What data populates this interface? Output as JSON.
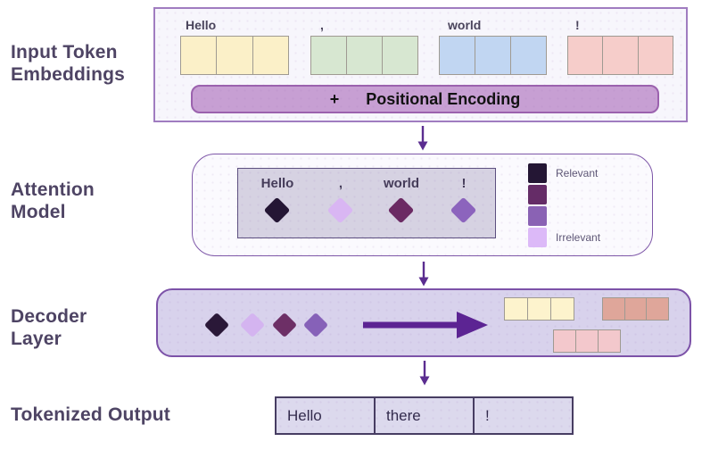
{
  "section_labels": {
    "input": "Input Token Embeddings",
    "attention": "Attention Model",
    "decoder": "Decoder Layer",
    "output": "Tokenized Output"
  },
  "input_panel": {
    "tokens": [
      {
        "label": "Hello",
        "fill": "#fbf0c8"
      },
      {
        "label": ",",
        "fill": "#d7e7d1"
      },
      {
        "label": "world",
        "fill": "#c1d6f2"
      },
      {
        "label": "!",
        "fill": "#f6cdca"
      }
    ],
    "positional_bar": {
      "plus": "+",
      "label": "Positional Encoding",
      "fill": "#c79fd3",
      "border": "#9b62ae"
    }
  },
  "attention_panel": {
    "tokens": [
      {
        "label": "Hello",
        "diamond": "#241634"
      },
      {
        "label": ",",
        "diamond": "#d9b6f3"
      },
      {
        "label": "world",
        "diamond": "#6b2a63"
      },
      {
        "label": "!",
        "diamond": "#8c64bd"
      }
    ],
    "legend": {
      "swatches": [
        "#241634",
        "#652c67",
        "#8a62b4",
        "#dcb9f8"
      ],
      "top_label": "Relevant",
      "bottom_label": "Irrelevant"
    }
  },
  "decoder_panel": {
    "diamonds": [
      "#2a1838",
      "#d4b4f0",
      "#6d2f66",
      "#8661b8"
    ],
    "tokens": [
      {
        "fill": "#fdf3cd"
      },
      {
        "fill": "#dfa69a"
      },
      {
        "fill": "#f3c8cc"
      }
    ]
  },
  "output_panel": {
    "cells": [
      "Hello",
      "there",
      "!"
    ]
  },
  "colors": {
    "arrow": "#5b2d90",
    "decoder_arrow": "#5c2493"
  }
}
